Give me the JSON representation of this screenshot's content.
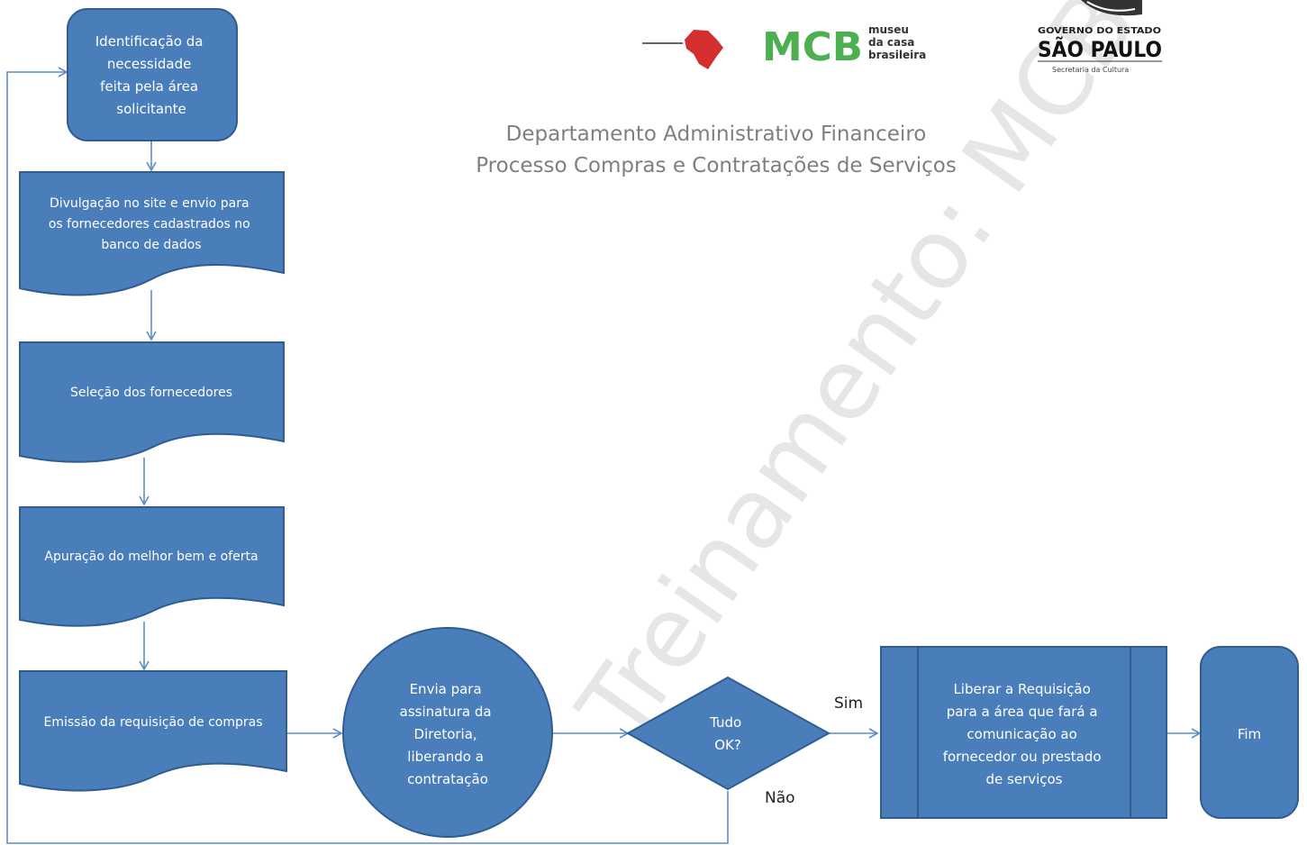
{
  "header": {
    "department": "Departamento Administrativo Financeiro",
    "process": "Processo Compras e Contratações de Serviços"
  },
  "logos": {
    "mcb_letters": "MCB",
    "mcb_line1": "museu",
    "mcb_line2": "da casa",
    "mcb_line3": "brasileira",
    "sp_line1": "GOVERNO DO ESTADO",
    "sp_line2": "SÃO PAULO",
    "sp_line3": "Secretaria da Cultura"
  },
  "watermark": "Treinamento: MCB",
  "flow": {
    "step1": [
      "Identificação da",
      "necessidade",
      "feita pela área",
      "solicitante"
    ],
    "step2": [
      "Divulgação no site  e envio para",
      "os fornecedores cadastrados no",
      "banco de dados"
    ],
    "step3": [
      "Seleção dos fornecedores"
    ],
    "step4": [
      "Apuração do melhor bem e oferta"
    ],
    "step5": [
      "Emissão da requisição de compras"
    ],
    "step6": [
      "Envia para",
      "assinatura  da",
      "Diretoria,",
      "liberando  a",
      "contratação"
    ],
    "decision": [
      "Tudo",
      "OK?"
    ],
    "yes_label": "Sim",
    "no_label": "Não",
    "step7": [
      "Liberar a Requisição",
      "para a área que fará a",
      "comunicação ao",
      "fornecedor ou prestado",
      "de serviços"
    ],
    "end": "Fim"
  },
  "colors": {
    "shape_fill": "#4a7ebb",
    "shape_stroke": "#2f5d8f",
    "connector": "#5b8ec9",
    "mcb_green": "#4caf50",
    "header_gray": "#7f7f7f"
  }
}
